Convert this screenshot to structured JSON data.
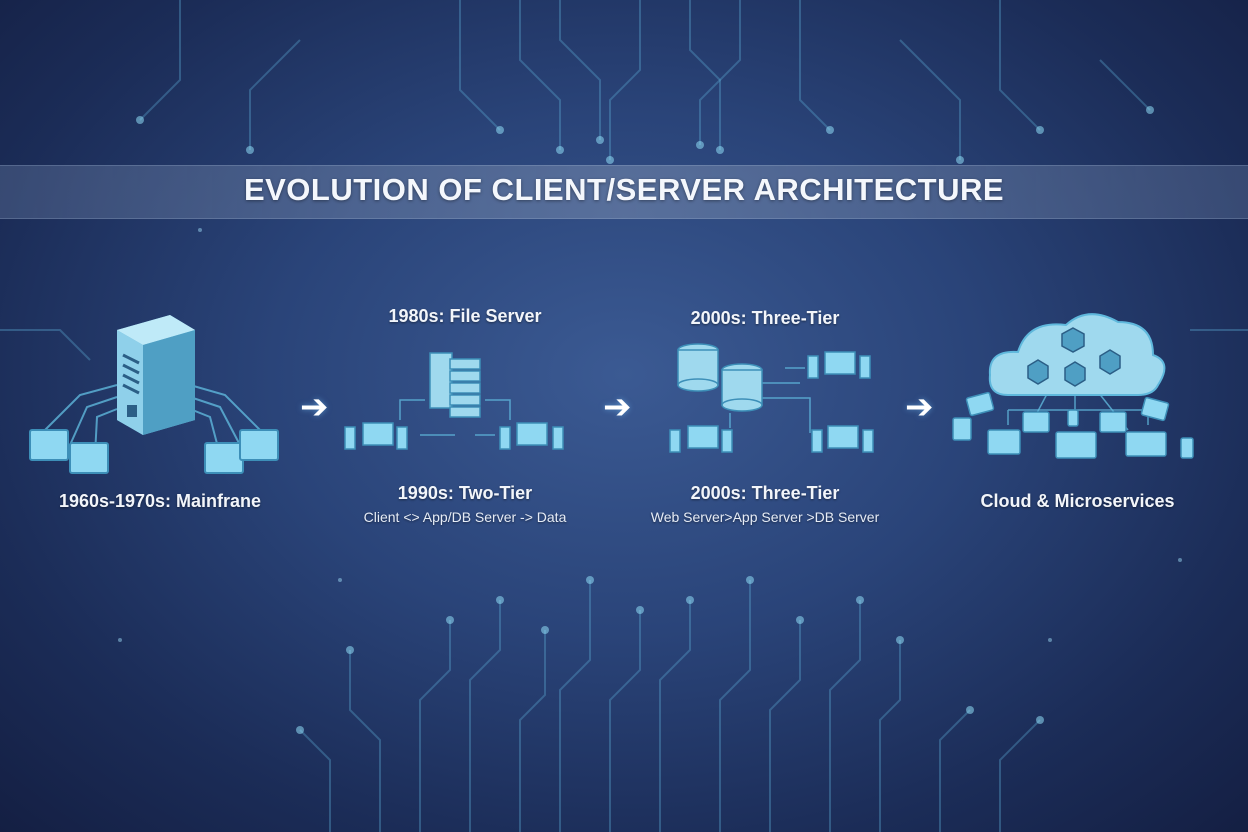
{
  "title": "EVOLUTION OF CLIENT/SERVER ARCHITECTURE",
  "stages": [
    {
      "label": "1960s-1970s: Mainfrane"
    },
    {
      "label": "1980s: File Server"
    },
    {
      "label": "1990s: Two-Tier",
      "sublabel": "Client <> App/DB Server -> Data"
    },
    {
      "label": "2000s: Three-Tier"
    },
    {
      "label": "2000s: Three-Tier",
      "sublabel": "Web Server>App Server >DB Server"
    },
    {
      "label": "Cloud & Microservices"
    }
  ],
  "arrow_glyph": "➔",
  "colors": {
    "accent": "#7fd6f0",
    "icon_fill": "#9fd9ee",
    "icon_stroke": "#5fb8dc",
    "background": "#2a4479"
  },
  "icons": {
    "mainframe": "mainframe-server-icon",
    "file_server": "file-server-icon",
    "three_tier": "database-server-icon",
    "cloud": "cloud-icon"
  }
}
